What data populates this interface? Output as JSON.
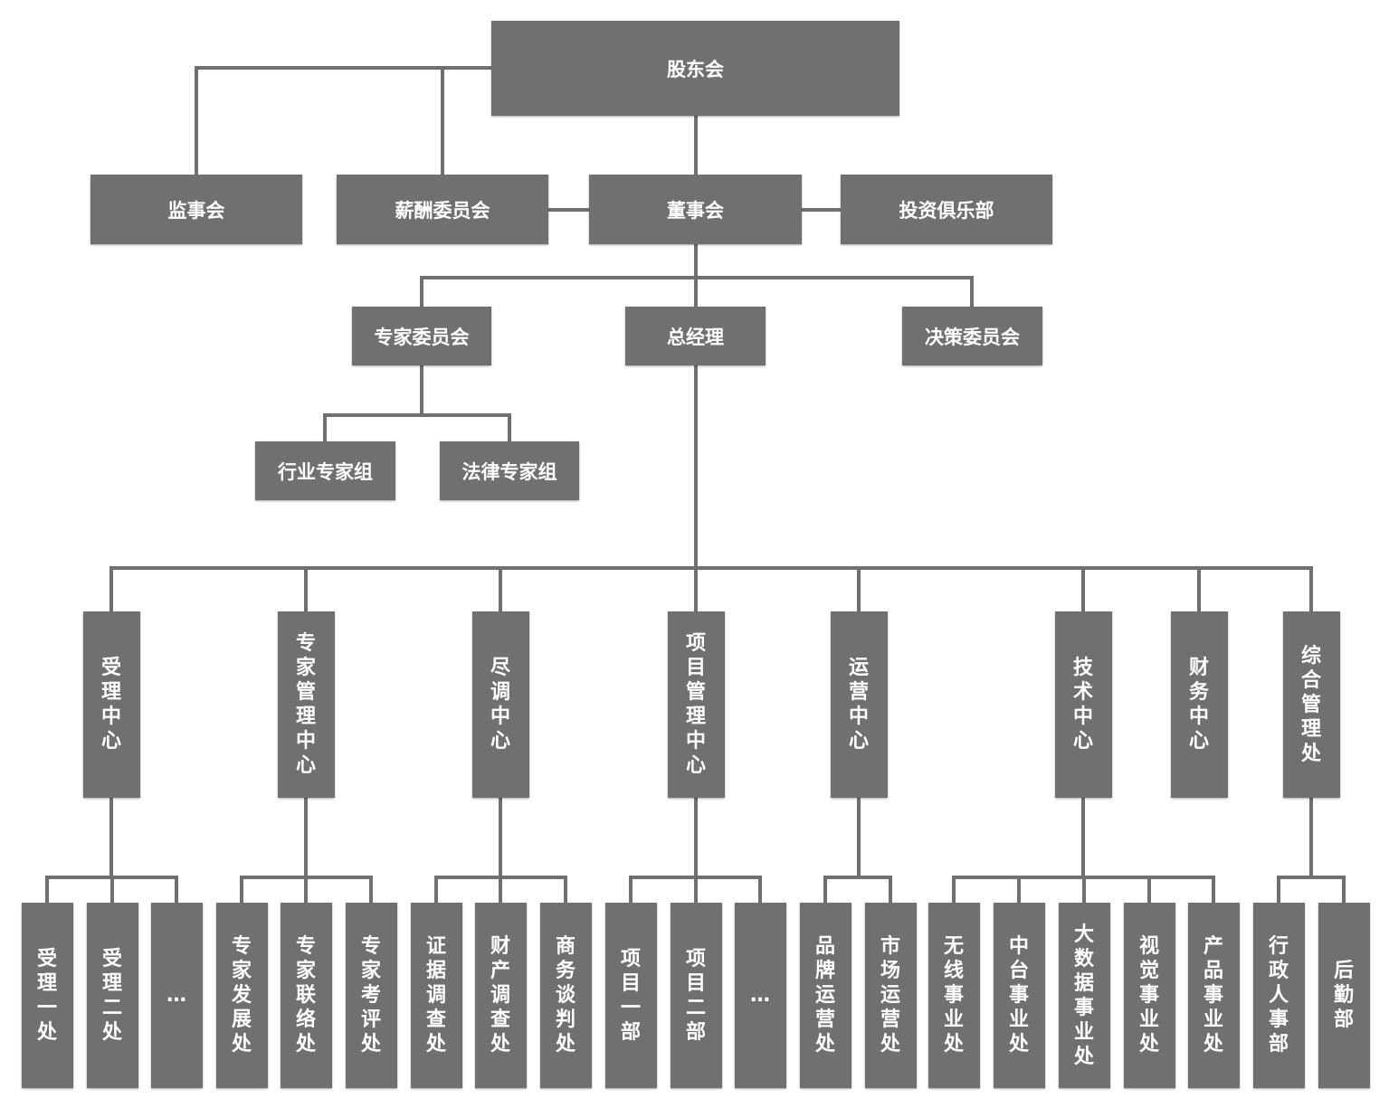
{
  "colors": {
    "box": "#707070",
    "line": "#707070",
    "text": "#ffffff",
    "background": "#ffffff"
  },
  "org": {
    "shareholders": "股东会",
    "supervisors": "监事会",
    "compensation": "薪酬委员会",
    "board": "董事会",
    "investment_club": "投资俱乐部",
    "expert_committee": "专家委员会",
    "general_manager": "总经理",
    "decision_committee": "决策委员会",
    "industry_group": "行业专家组",
    "legal_group": "法律专家组",
    "centers": [
      {
        "label": "受理中心",
        "units": [
          "受理一处",
          "受理二处",
          "…"
        ]
      },
      {
        "label": "专家管理中心",
        "units": [
          "专家发展处",
          "专家联络处",
          "专家考评处"
        ]
      },
      {
        "label": "尽调中心",
        "units": [
          "证据调查处",
          "财产调查处",
          "商务谈判处"
        ]
      },
      {
        "label": "项目管理中心",
        "units": [
          "项目一部",
          "项目二部",
          "…"
        ]
      },
      {
        "label": "运营中心",
        "units": [
          "品牌运营处",
          "市场运营处"
        ]
      },
      {
        "label": "技术中心",
        "units": [
          "无线事业处",
          "中台事业处",
          "大数据事业处",
          "视觉事业处",
          "产品事业处"
        ]
      },
      {
        "label": "财务中心",
        "units": []
      },
      {
        "label": "综合管理处",
        "units": [
          "行政人事部",
          "后勤部"
        ]
      }
    ]
  }
}
